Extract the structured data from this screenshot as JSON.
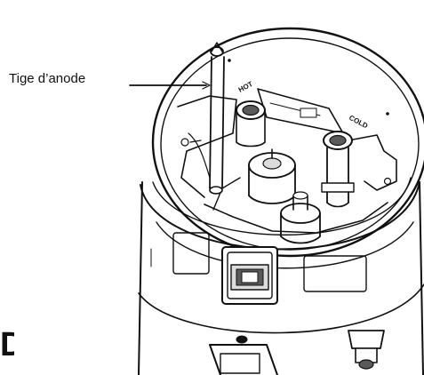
{
  "figure": {
    "callout": {
      "label": "Tige d’anode"
    },
    "port_tags": {
      "hot": "HOT",
      "cold": "COLD"
    },
    "edge_glyph": "D",
    "colors": {
      "line": "#111111",
      "fill": "#ffffff",
      "shade": "#dcdcdc",
      "dark": "#5a5a5a"
    },
    "icons": [
      "anode-rod-icon",
      "hot-outlet-icon",
      "cold-inlet-icon",
      "element-housing-icon"
    ]
  }
}
